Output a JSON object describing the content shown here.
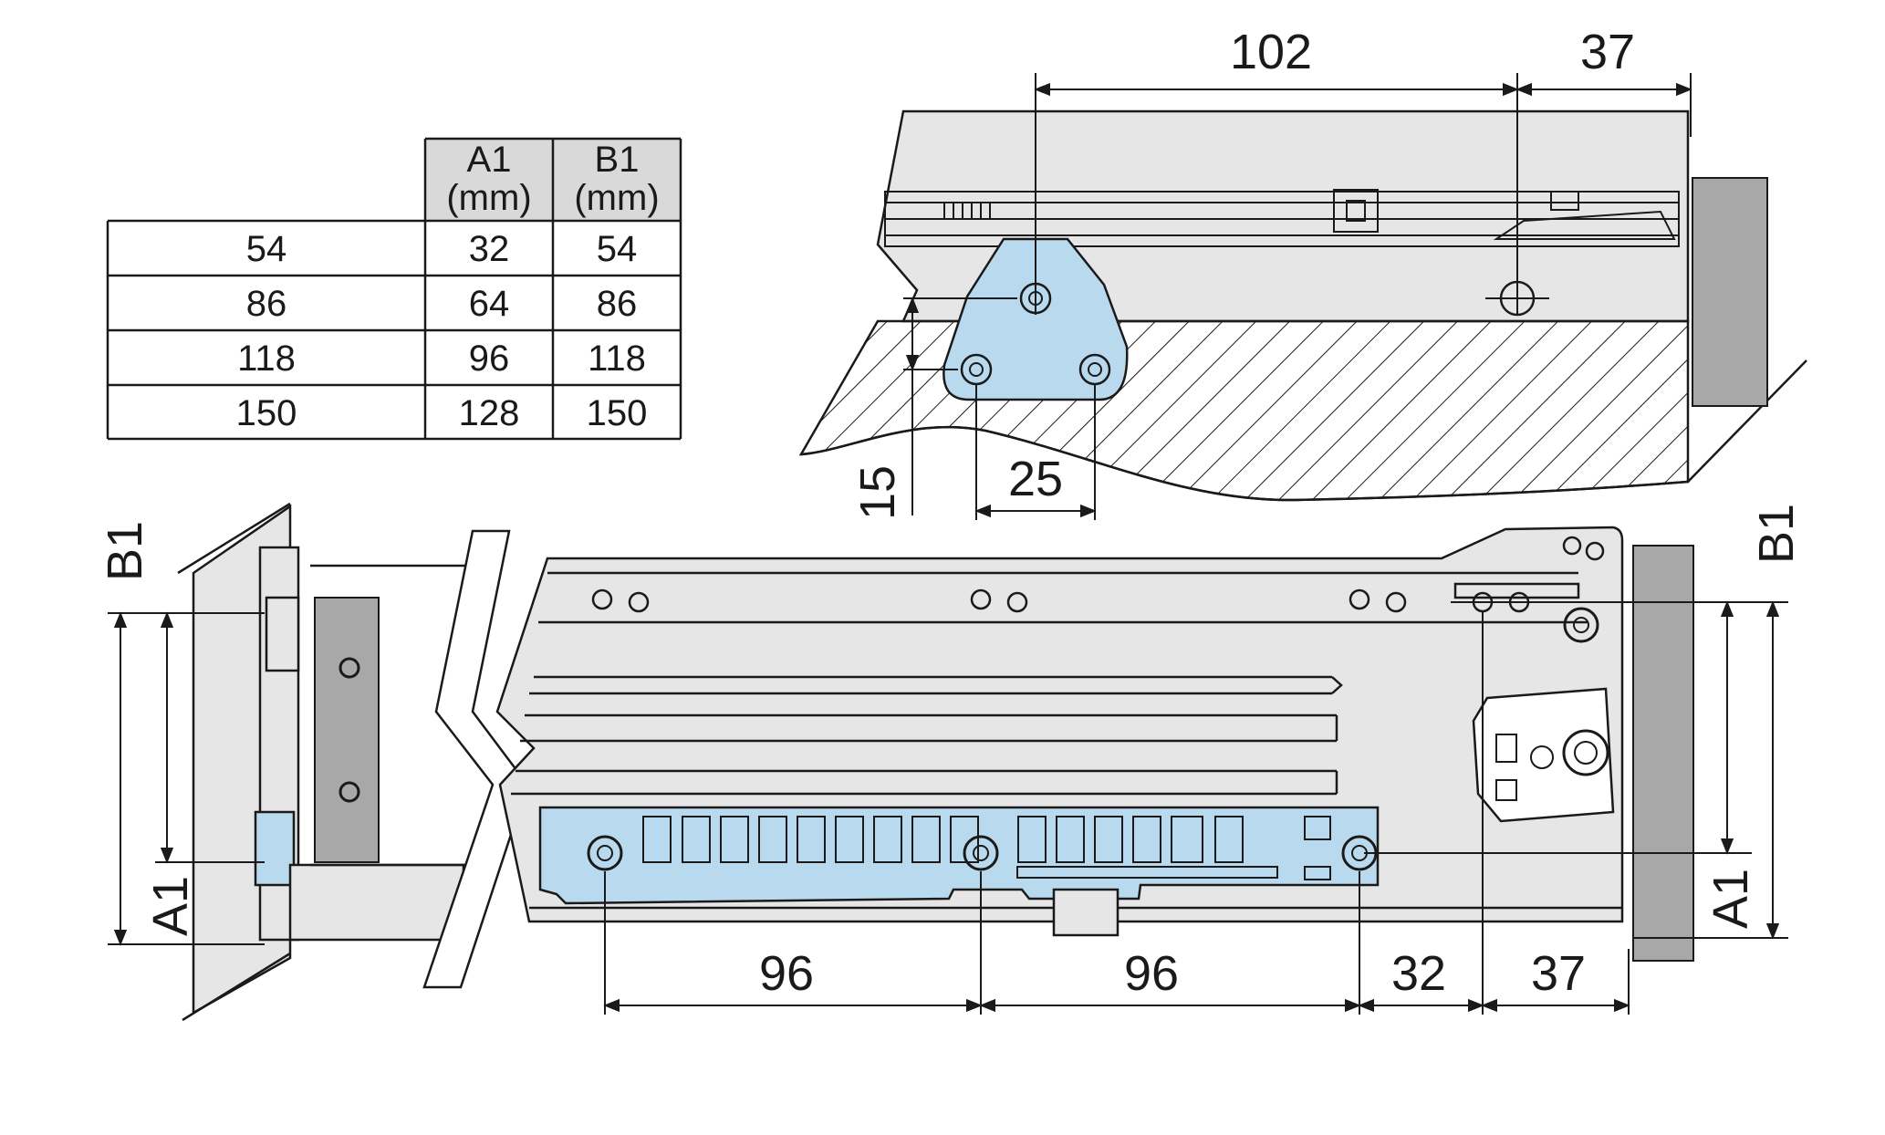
{
  "table": {
    "headers": [
      {
        "name": "A1",
        "unit": "(mm)"
      },
      {
        "name": "B1",
        "unit": "(mm)"
      }
    ],
    "rows": [
      {
        "size": "54",
        "a1": "32",
        "b1": "54"
      },
      {
        "size": "86",
        "a1": "64",
        "b1": "86"
      },
      {
        "size": "118",
        "a1": "96",
        "b1": "118"
      },
      {
        "size": "150",
        "a1": "128",
        "b1": "150"
      }
    ]
  },
  "top_view": {
    "dim_spacing": "102",
    "dim_edge": "37",
    "dim_height": "15",
    "dim_width": "25"
  },
  "side_view": {
    "label_b1_left": "B1",
    "label_a1_left": "A1",
    "label_b1_right": "B1",
    "label_a1_right": "A1",
    "dim_96_first": "96",
    "dim_96_second": "96",
    "dim_32": "32",
    "dim_37": "37"
  },
  "colors": {
    "bracket_blue": "#b9d9ee",
    "panel_grey": "#e6e6e6",
    "wall_grey": "#a8a8a8"
  }
}
